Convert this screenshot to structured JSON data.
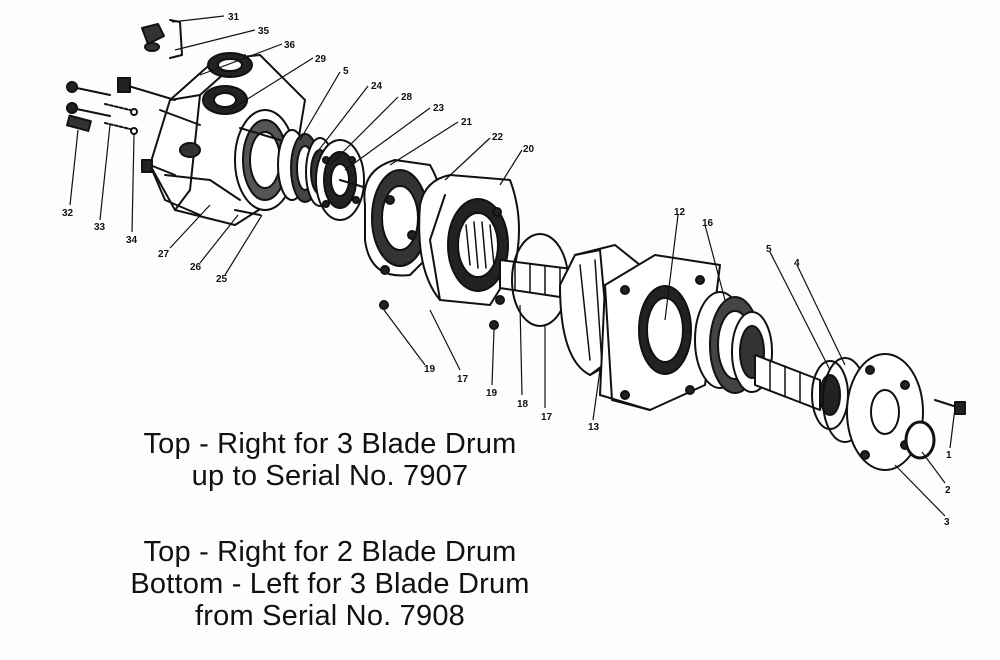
{
  "labels": {
    "l31": "31",
    "l35": "35",
    "l36": "36",
    "l29": "29",
    "l5a": "5",
    "l24": "24",
    "l28": "28",
    "l23": "23",
    "l21": "21",
    "l22": "22",
    "l20": "20",
    "l12": "12",
    "l16": "16",
    "l5b": "5",
    "l4": "4",
    "l1": "1",
    "l2": "2",
    "l3": "3",
    "l13": "13",
    "l17a": "17",
    "l18": "18",
    "l19a": "19",
    "l17b": "17",
    "l19b": "19",
    "l32": "32",
    "l33": "33",
    "l34": "34",
    "l27": "27",
    "l26": "26",
    "l25": "25"
  },
  "captions": {
    "block1": [
      "Top - Right for 3 Blade Drum",
      "up to Serial No. 7907"
    ],
    "block2": [
      "Top - Right for 2 Blade Drum",
      "Bottom - Left for 3 Blade Drum",
      "from Serial No. 7908"
    ]
  }
}
